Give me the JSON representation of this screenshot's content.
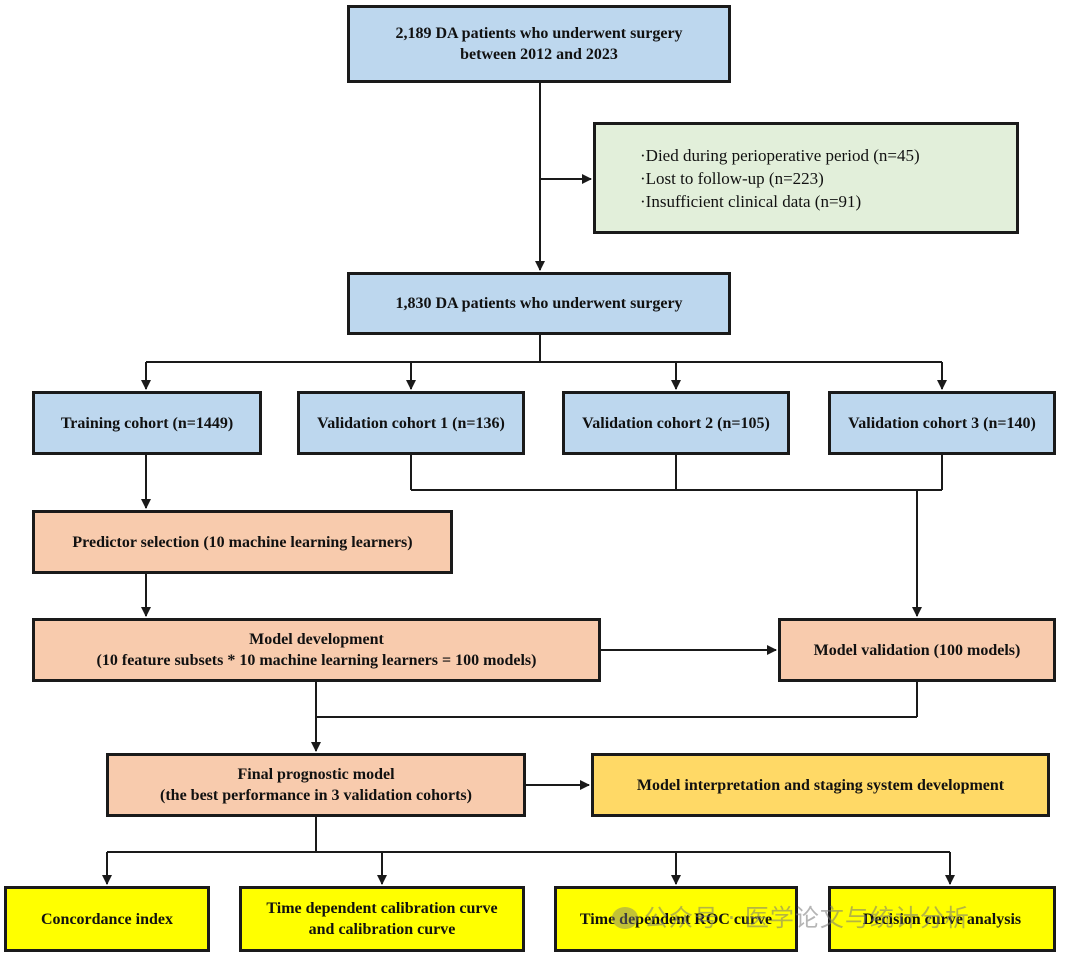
{
  "nodes": {
    "initial": [
      "2,189 DA patients who underwent surgery",
      "between 2012 and 2023"
    ],
    "exclusions": [
      "·Died during perioperative period (n=45)",
      "·Lost to follow-up (n=223)",
      "·Insufficient clinical data (n=91)"
    ],
    "included": "1,830 DA patients who underwent surgery",
    "training": "Training cohort (n=1449)",
    "validation1": "Validation cohort 1 (n=136)",
    "validation2": "Validation cohort 2 (n=105)",
    "validation3": "Validation cohort 3 (n=140)",
    "predictor": "Predictor selection (10 machine learning learners)",
    "development": [
      "Model development",
      "(10 feature subsets * 10 machine learning learners = 100 models)"
    ],
    "model_validation": "Model validation (100 models)",
    "final": [
      "Final prognostic model",
      "(the best performance in 3 validation cohorts)"
    ],
    "interpretation": "Model interpretation and staging system development",
    "concordance": "Concordance index",
    "calibration": [
      "Time dependent calibration curve",
      "and calibration curve"
    ],
    "roc": "Time dependent ROC curve",
    "dca": "Decision curve analysis"
  },
  "watermark": "公众号 · 医学论文与统计分析",
  "colors": {
    "blue": "#bdd7ee",
    "green": "#e2efda",
    "peach": "#f8cbad",
    "gold": "#ffd966",
    "yellow": "#ffff00",
    "line": "#1a1a1a"
  }
}
